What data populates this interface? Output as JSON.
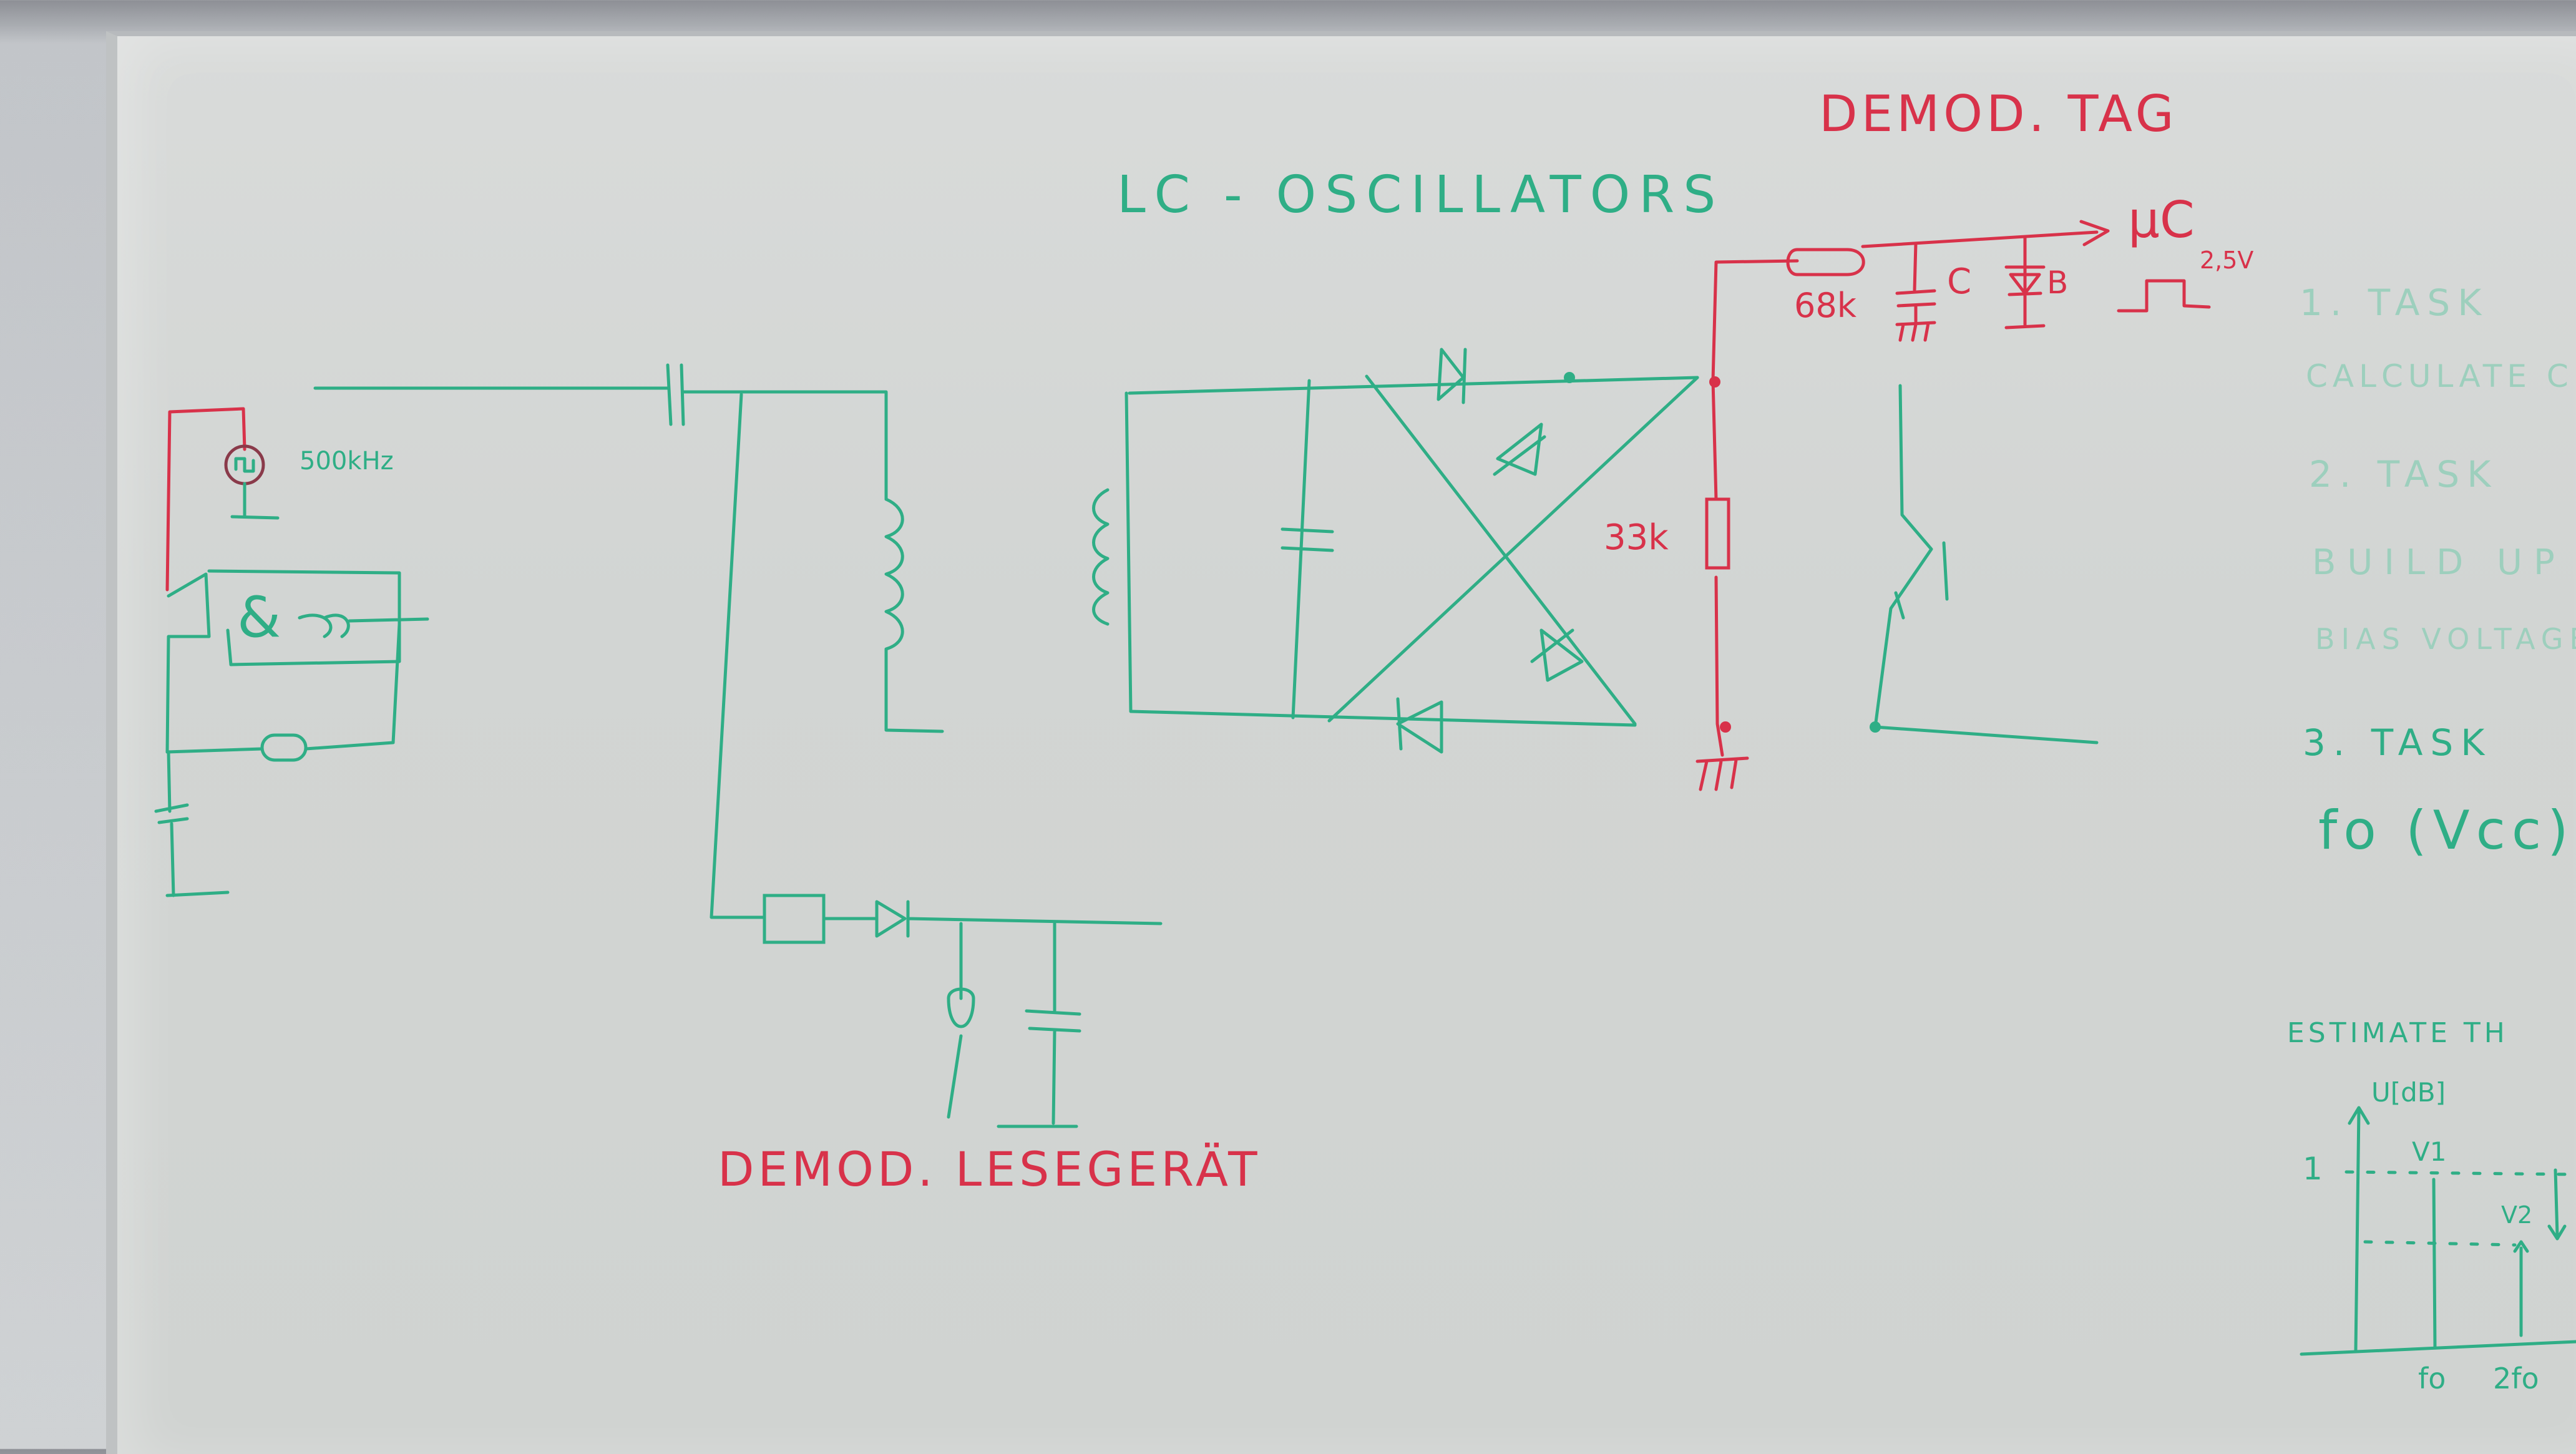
{
  "board": {
    "title": "LC - OSCILLATORS",
    "demod_tag_label": "DEMOD. TAG",
    "demod_reader_label": "DEMOD. LESEGERÄT",
    "mu_c_label": "µC",
    "source_label": "500kHz",
    "gate_label": "&",
    "resistor_68k": "68k",
    "resistor_33k": "33k",
    "cap_label": "C",
    "diode_label": "B",
    "voltage_label": "2,5V",
    "tasks": [
      {
        "label": "1. TASK",
        "text": "CALCULATE C"
      },
      {
        "label": "2. TASK",
        "text": "BUILD UP",
        "text2": "BIAS VOLTAGE"
      },
      {
        "label": "3. TASK",
        "text": "fo (Vcc)"
      }
    ],
    "spectrum": {
      "title": "ESTIMATE TH",
      "y_label": "U[dB]",
      "y_tick": "1",
      "v1_label": "V1",
      "v2_label": "V2",
      "x_ticks": [
        "fo",
        "2fo"
      ]
    }
  },
  "colors": {
    "green_marker": "#2fae86",
    "red_marker": "#d8324a",
    "board": "#d2d5d3"
  }
}
